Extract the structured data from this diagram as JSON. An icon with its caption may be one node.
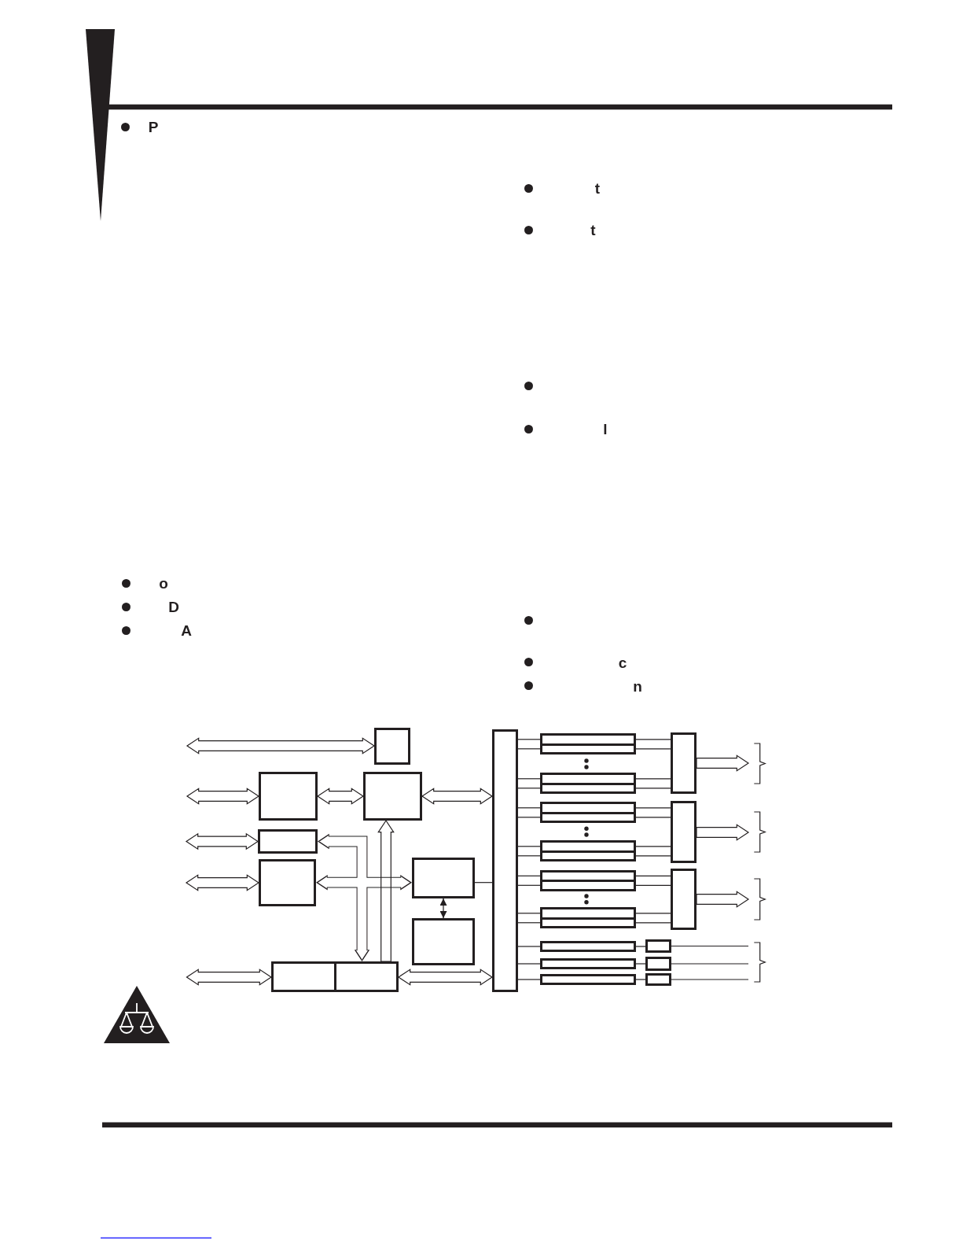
{
  "diagram": {
    "nodes": [
      {
        "text": [],
        "shape": "box"
      },
      {
        "text": [],
        "shape": "box"
      },
      {
        "text": [],
        "shape": "box"
      },
      {
        "text": [],
        "shape": "box"
      },
      {
        "text": [],
        "shape": "box"
      },
      {
        "text": [],
        "shape": "box"
      },
      {
        "text": [],
        "shape": "box"
      },
      {
        "text": [],
        "shape": "box"
      },
      {
        "text": [],
        "shape": "box"
      },
      {
        "text": [],
        "shape": "box"
      },
      {
        "text": [],
        "shape": "box"
      },
      {
        "text": [],
        "shape": "box"
      },
      {
        "text": [],
        "shape": "box"
      },
      {
        "text": [],
        "shape": "box"
      },
      {
        "text": [],
        "shape": "box"
      },
      {
        "text": [],
        "shape": "box"
      },
      {
        "text": [],
        "shape": "box"
      },
      {
        "text": [],
        "shape": "box"
      },
      {
        "text": [],
        "shape": "box"
      },
      {
        "text": [],
        "shape": "box"
      },
      {
        "text": [],
        "shape": "box"
      },
      {
        "text": [],
        "shape": "box"
      },
      {
        "text": [],
        "shape": "box"
      },
      {
        "text": [],
        "shape": "box"
      },
      {
        "text": [],
        "shape": "box"
      },
      {
        "text": [],
        "shape": "box"
      },
      {
        "text": [],
        "shape": "box"
      },
      {
        "text": [],
        "shape": "box"
      },
      {
        "text": [],
        "shape": "box"
      },
      {
        "text": [],
        "shape": "box"
      },
      {
        "text": [],
        "shape": "box"
      }
    ],
    "edges": [
      {
        "from": null,
        "to": 0,
        "arrow": "both",
        "style": "thick"
      },
      {
        "from": null,
        "to": 1,
        "arrow": "both",
        "style": "thick"
      },
      {
        "from": 1,
        "to": 2,
        "arrow": "both",
        "style": "thick"
      },
      {
        "from": 2,
        "to": 9,
        "arrow": "both",
        "style": "thick"
      },
      {
        "from": null,
        "to": 3,
        "arrow": "both",
        "style": "thick"
      },
      {
        "from": null,
        "to": 4,
        "arrow": "both",
        "style": "thick"
      },
      {
        "from": 3,
        "to": 8,
        "arrow": "both",
        "style": "thick"
      },
      {
        "from": 4,
        "to": 5,
        "arrow": "both",
        "style": "thick"
      },
      {
        "from": 8,
        "to": 2,
        "arrow": "to",
        "style": "thick"
      },
      {
        "from": 5,
        "to": 9,
        "arrow": "none"
      },
      {
        "from": 5,
        "to": 6,
        "arrow": "both"
      },
      {
        "from": null,
        "to": 7,
        "arrow": "both",
        "style": "thick"
      },
      {
        "from": 8,
        "to": 9,
        "arrow": "both",
        "style": "thick"
      },
      {
        "from": 9,
        "to": 10,
        "arrow": "none"
      },
      {
        "from": 9,
        "to": 11,
        "arrow": "none"
      },
      {
        "from": 9,
        "to": 12,
        "arrow": "none"
      },
      {
        "from": 9,
        "to": 13,
        "arrow": "none"
      },
      {
        "from": 9,
        "to": 14,
        "arrow": "none"
      },
      {
        "from": 9,
        "to": 15,
        "arrow": "none"
      },
      {
        "from": 9,
        "to": 16,
        "arrow": "none"
      },
      {
        "from": 9,
        "to": 17,
        "arrow": "none"
      },
      {
        "from": 9,
        "to": 18,
        "arrow": "none"
      },
      {
        "from": 9,
        "to": 19,
        "arrow": "none"
      },
      {
        "from": 9,
        "to": 20,
        "arrow": "none"
      },
      {
        "from": 9,
        "to": 21,
        "arrow": "none"
      },
      {
        "from": 9,
        "to": 22,
        "arrow": "none"
      },
      {
        "from": 9,
        "to": 23,
        "arrow": "none"
      },
      {
        "from": 9,
        "to": 24,
        "arrow": "none"
      },
      {
        "from": 10,
        "to": 25,
        "arrow": "none"
      },
      {
        "from": 11,
        "to": 25,
        "arrow": "none"
      },
      {
        "from": 12,
        "to": 25,
        "arrow": "none"
      },
      {
        "from": 13,
        "to": 25,
        "arrow": "none"
      },
      {
        "from": 14,
        "to": 26,
        "arrow": "none"
      },
      {
        "from": 15,
        "to": 26,
        "arrow": "none"
      },
      {
        "from": 16,
        "to": 26,
        "arrow": "none"
      },
      {
        "from": 17,
        "to": 26,
        "arrow": "none"
      },
      {
        "from": 18,
        "to": 27,
        "arrow": "none"
      },
      {
        "from": 19,
        "to": 27,
        "arrow": "none"
      },
      {
        "from": 20,
        "to": 27,
        "arrow": "none"
      },
      {
        "from": 21,
        "to": 27,
        "arrow": "none"
      },
      {
        "from": 22,
        "to": 28,
        "arrow": "none"
      },
      {
        "from": 23,
        "to": 29,
        "arrow": "none"
      },
      {
        "from": 24,
        "to": 30,
        "arrow": "none"
      },
      {
        "from": 28,
        "to": null,
        "arrow": "none"
      },
      {
        "from": 29,
        "to": null,
        "arrow": "none"
      },
      {
        "from": 30,
        "to": null,
        "arrow": "none"
      },
      {
        "from": 25,
        "to": null,
        "arrow": "to",
        "style": "thick"
      },
      {
        "from": 26,
        "to": null,
        "arrow": "to",
        "style": "thick"
      },
      {
        "from": 27,
        "to": null,
        "arrow": "to",
        "style": "thick"
      }
    ],
    "labels": [
      "P",
      "o",
      "D",
      "A",
      "t",
      "t",
      "l",
      "c",
      "n"
    ]
  }
}
